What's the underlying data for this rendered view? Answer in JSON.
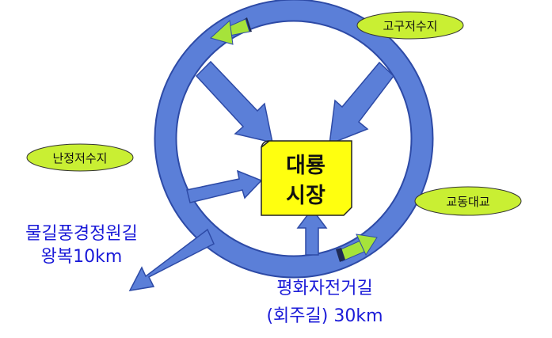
{
  "center": {
    "line1": "대룡",
    "line2": "시장"
  },
  "places": {
    "gogu": "고구저수지",
    "nanjeong": "난정저수지",
    "gyodong": "교동대교"
  },
  "routes": {
    "waterway_line1": "물길풍경정원길",
    "waterway_line2": "왕복10km",
    "peace_line1": "평화자전거길",
    "peace_line2": "(회주길) 30km"
  },
  "colors": {
    "ring": "#5b7fd8",
    "ring_stroke": "#2d4aa6",
    "oval": "#c9ef33",
    "center_box": "#ffff0f",
    "route_text": "#1a1ad8"
  }
}
